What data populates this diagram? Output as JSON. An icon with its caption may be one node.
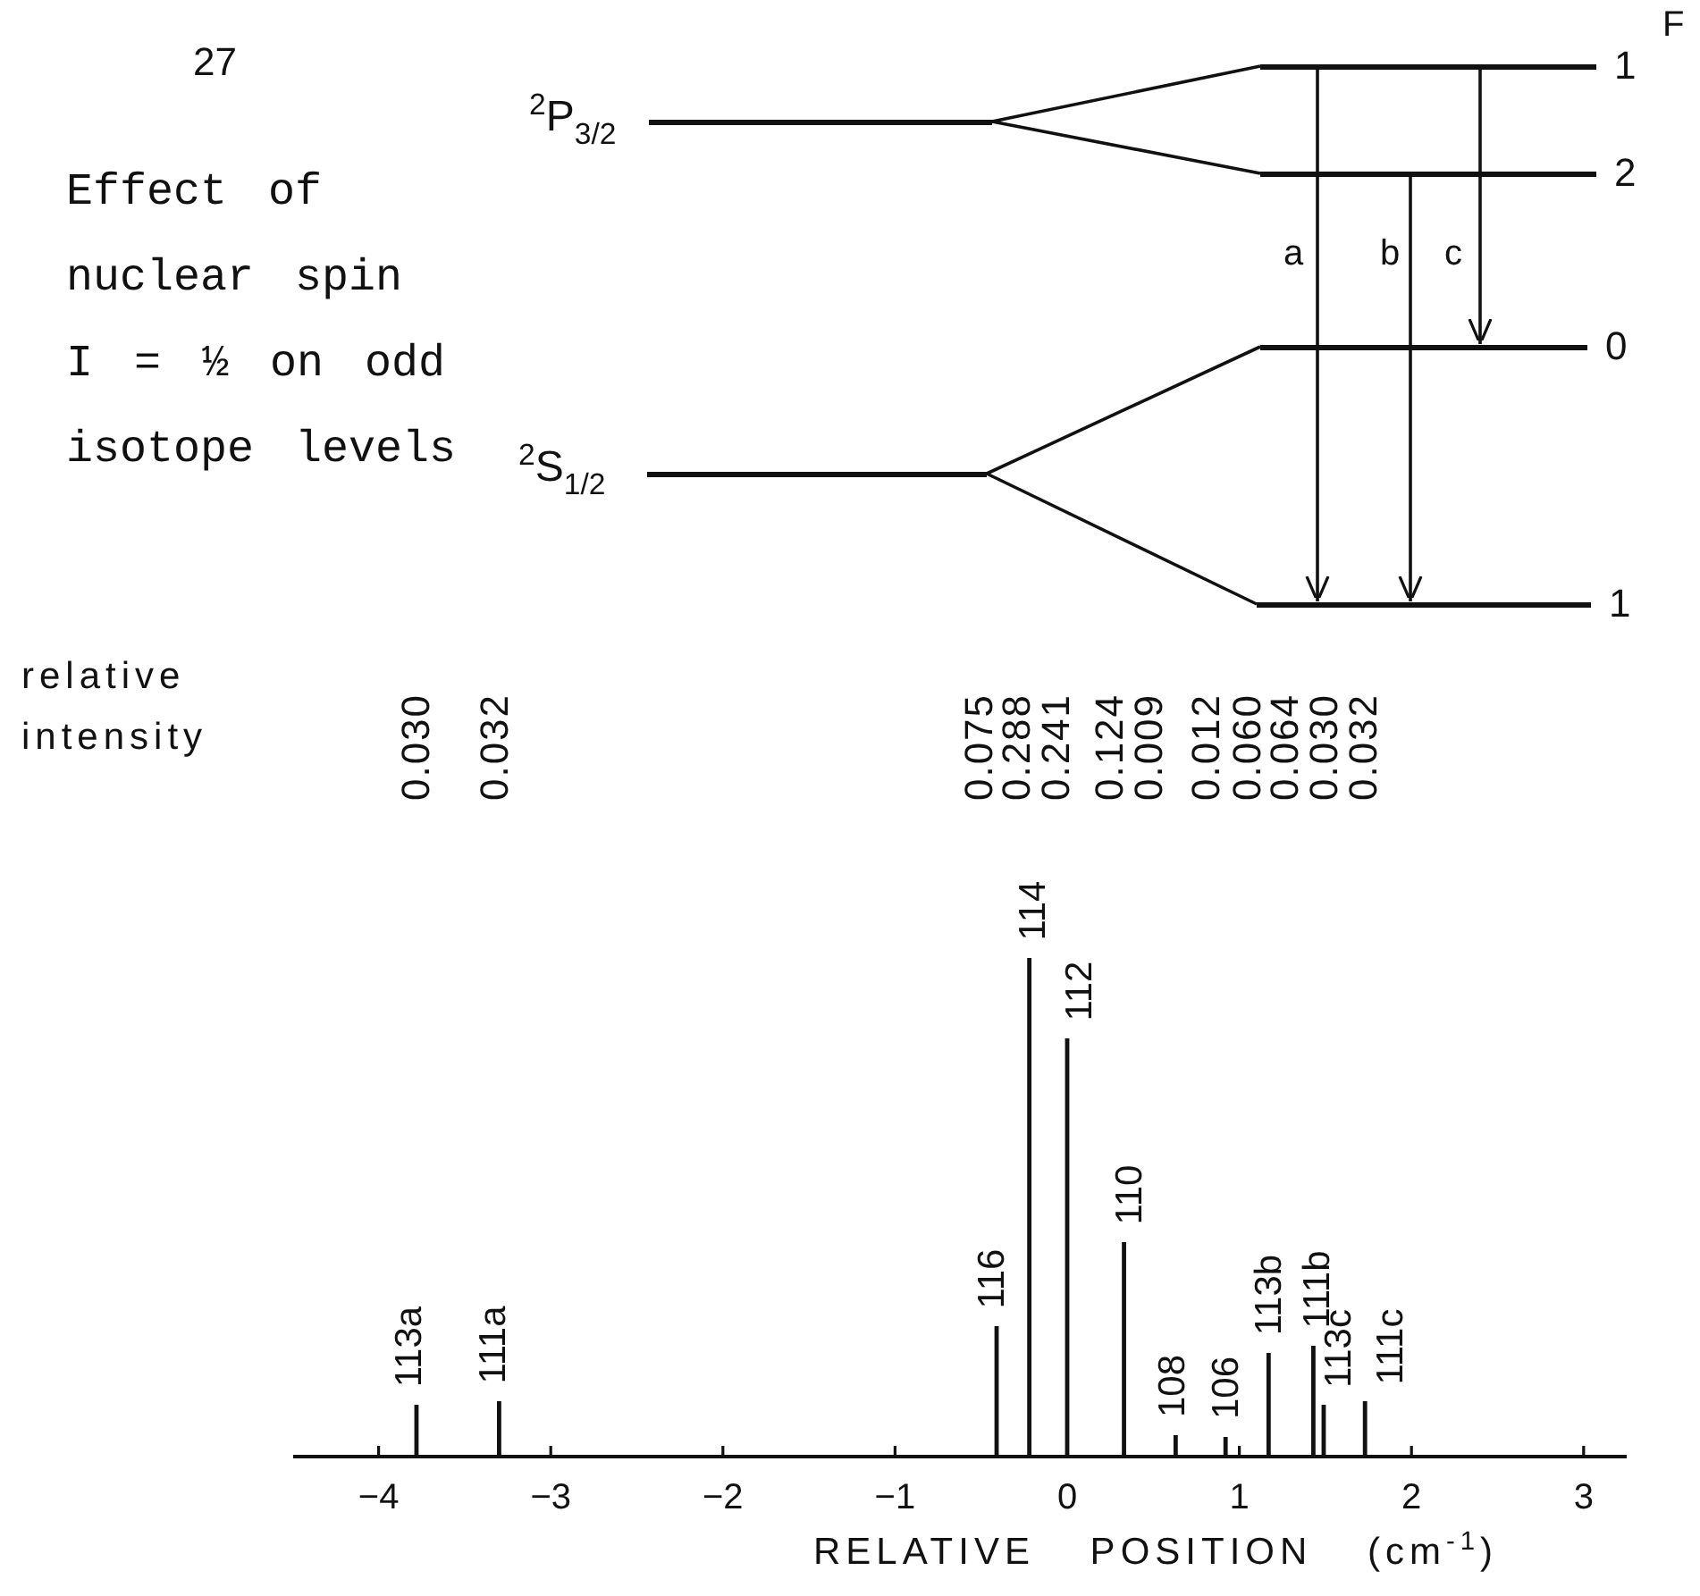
{
  "diagram": {
    "nodes": [
      {
        "text": [],
        "shape": "bar",
        "beside": [
          "$^{2}$P$_{3/2}$"
        ]
      },
      {
        "text": [],
        "shape": "bar",
        "beside": [
          "1"
        ]
      },
      {
        "text": [],
        "shape": "bar",
        "beside": [
          "2"
        ]
      },
      {
        "text": [],
        "shape": "bar",
        "beside": [
          "$^{2}$S$_{1/2}$"
        ]
      },
      {
        "text": [],
        "shape": "bar",
        "beside": [
          "0"
        ]
      },
      {
        "text": [],
        "shape": "bar",
        "beside": [
          "1"
        ]
      }
    ],
    "edges": [
      {
        "from": 0,
        "to": 1,
        "arrow": "none"
      },
      {
        "from": 0,
        "to": 2,
        "arrow": "none"
      },
      {
        "from": 3,
        "to": 4,
        "arrow": "none"
      },
      {
        "from": 3,
        "to": 5,
        "arrow": "none"
      },
      {
        "from": 1,
        "to": 5,
        "arrow": "to",
        "label": "a"
      },
      {
        "from": 2,
        "to": 5,
        "arrow": "to",
        "label": "b"
      },
      {
        "from": 1,
        "to": 4,
        "arrow": "to",
        "label": "c"
      }
    ],
    "labels": [
      "27",
      "Effect of nuclear spin I = ½ on odd isotope levels",
      "F",
      "relative intensity",
      "0.030",
      "0.032",
      "0.075",
      "0.288",
      "0.241",
      "0.124",
      "0.009",
      "0.012",
      "0.060",
      "0.064",
      "0.030",
      "0.032",
      "113a",
      "111a",
      "116",
      "114",
      "112",
      "110",
      "108",
      "106",
      "113b",
      "111b",
      "113c",
      "111c",
      "−4",
      "−3",
      "−2",
      "−1",
      "0",
      "1",
      "2",
      "3",
      "RELATIVE POSITION (cm$^{-1}$)"
    ]
  }
}
